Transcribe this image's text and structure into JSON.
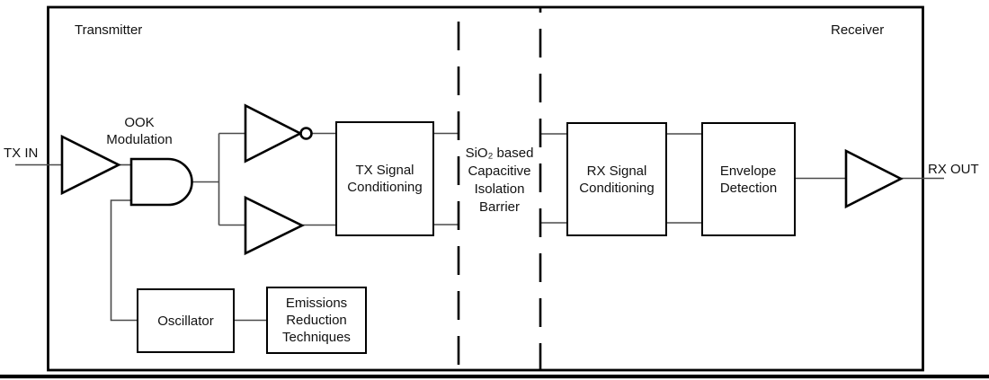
{
  "regions": {
    "transmitter": "Transmitter",
    "receiver": "Receiver"
  },
  "ports": {
    "tx_in": "TX IN",
    "rx_out": "RX OUT"
  },
  "labels": {
    "ook_modulation": "OOK\nModulation",
    "isolation_barrier": "SiO₂ based\nCapacitive\nIsolation\nBarrier"
  },
  "blocks": {
    "tx_signal_conditioning": "TX Signal\nConditioning",
    "rx_signal_conditioning": "RX Signal\nConditioning",
    "envelope_detection": "Envelope\nDetection",
    "oscillator": "Oscillator",
    "emissions_reduction": "Emissions\nReduction\nTechniques"
  },
  "colors": {
    "outline": "#000000",
    "wire": "#4a4a4a",
    "background": "#ffffff",
    "text": "#111111"
  }
}
